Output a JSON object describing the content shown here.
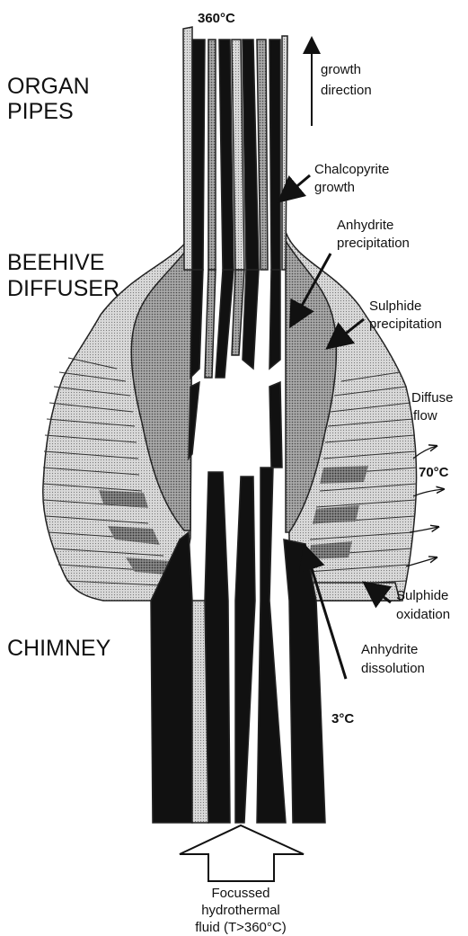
{
  "labels": {
    "organ_pipes": [
      "ORGAN",
      "PIPES"
    ],
    "beehive_diffuser": [
      "BEEHIVE",
      "DIFFUSER"
    ],
    "chimney": "CHIMNEY",
    "growth_direction": [
      "growth",
      "direction"
    ],
    "chalcopyrite": [
      "Chalcopyrite",
      "growth"
    ],
    "anhydrite_precip": [
      "Anhydrite",
      "precipitation"
    ],
    "sulphide_precip": [
      "Sulphide",
      "precipitation"
    ],
    "diffuse_flow": [
      "Diffuse",
      "flow"
    ],
    "sulphide_oxid": [
      "Sulphide",
      "oxidation"
    ],
    "anhydrite_diss": [
      "Anhydrite",
      "dissolution"
    ],
    "fluid": [
      "Focussed",
      "hydrothermal",
      "fluid (T>360°C)"
    ]
  },
  "temperatures": {
    "top": "360°C",
    "diffuse": "70°C",
    "seawater": "3°C"
  }
}
